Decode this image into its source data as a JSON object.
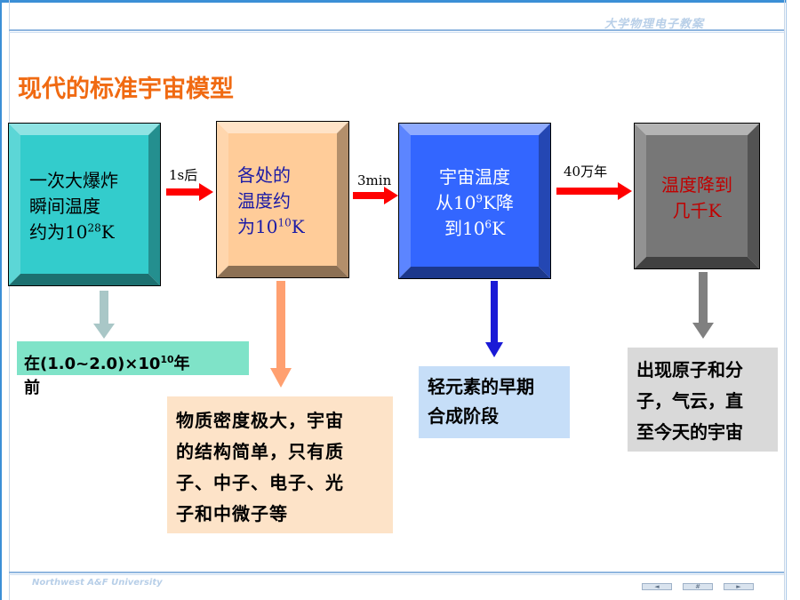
{
  "header": {
    "org_text": "大学物理电子教案"
  },
  "footer": {
    "university": "Northwest A&F University",
    "nav": [
      "◄",
      "#",
      "►"
    ]
  },
  "title": "现代的标准宇宙模型",
  "stages": [
    {
      "lines": [
        [
          "一次大爆炸"
        ],
        [
          "瞬间温度"
        ],
        [
          "约为10",
          "28",
          "K"
        ]
      ],
      "face_color": "#33cccc",
      "text_color": "#000000"
    },
    {
      "lines": [
        [
          "各处的"
        ],
        [
          "温度约"
        ],
        [
          "为10",
          "10",
          "K"
        ]
      ],
      "face_color": "#ffcc99",
      "text_color": "#1a1aa6"
    },
    {
      "lines": [
        [
          "宇宙温度"
        ],
        [
          "从10",
          "9",
          "K降"
        ],
        [
          "到10",
          "6",
          "K"
        ]
      ],
      "face_color": "#3366ff",
      "text_color": "#ffffff"
    },
    {
      "lines": [
        [
          "温度降到"
        ],
        [
          "几千K"
        ]
      ],
      "face_color": "#777777",
      "text_color": "#c00000"
    }
  ],
  "transitions": [
    "1s后",
    "3min",
    "40万年"
  ],
  "notes": [
    {
      "lines": [
        [
          "在(1.0~2.0)×10",
          "10",
          "年"
        ],
        [
          "前"
        ]
      ],
      "bg_color": "#7fe3c8",
      "arrow_color": "#a9c7c7"
    },
    {
      "lines": [
        [
          "物质密度极大，宇宙"
        ],
        [
          "的结构简单，只有质"
        ],
        [
          "子、中子、电子、光"
        ],
        [
          "子和中微子等"
        ]
      ],
      "bg_color": "#fde3c8",
      "arrow_color": "#ffa070"
    },
    {
      "lines": [
        [
          "轻元素的早期"
        ],
        [
          "合成阶段"
        ]
      ],
      "bg_color": "#c6def8",
      "arrow_color": "#1a1ad6"
    },
    {
      "lines": [
        [
          "出现原子和分"
        ],
        [
          "子，气云，直"
        ],
        [
          "至今天的宇宙"
        ]
      ],
      "bg_color": "#d9d9d9",
      "arrow_color": "#808080"
    }
  ],
  "colors": {
    "arrow_red": "#ff0000",
    "title_orange": "#f06a12"
  }
}
